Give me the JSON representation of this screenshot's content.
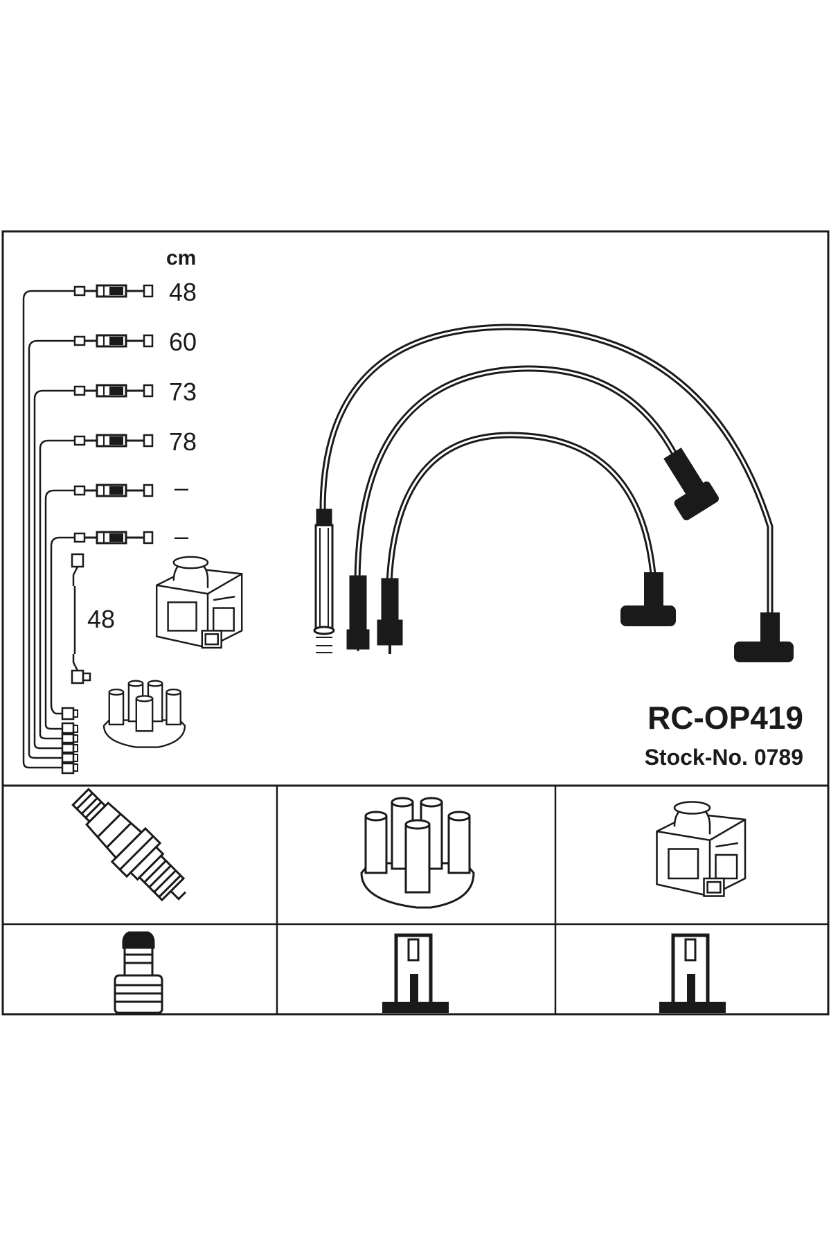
{
  "kit": {
    "part_number": "RC-OP419",
    "stock_label": "Stock-No. 0789"
  },
  "lengths": {
    "unit": "cm",
    "leads": [
      "48",
      "60",
      "73",
      "78",
      "–",
      "–"
    ],
    "coil_lead": "48"
  },
  "icons": {
    "cable": "ignition-cable-icon",
    "coil": "ignition-coil-icon",
    "distributor": "distributor-cap-icon",
    "plug": "spark-plug-icon",
    "plug_terminal": "spark-plug-terminal-icon",
    "cap_terminal": "distributor-cap-terminal-icon",
    "coil_terminal": "ignition-coil-terminal-icon"
  },
  "colors": {
    "ink": "#1a1a1a",
    "background": "#ffffff"
  }
}
